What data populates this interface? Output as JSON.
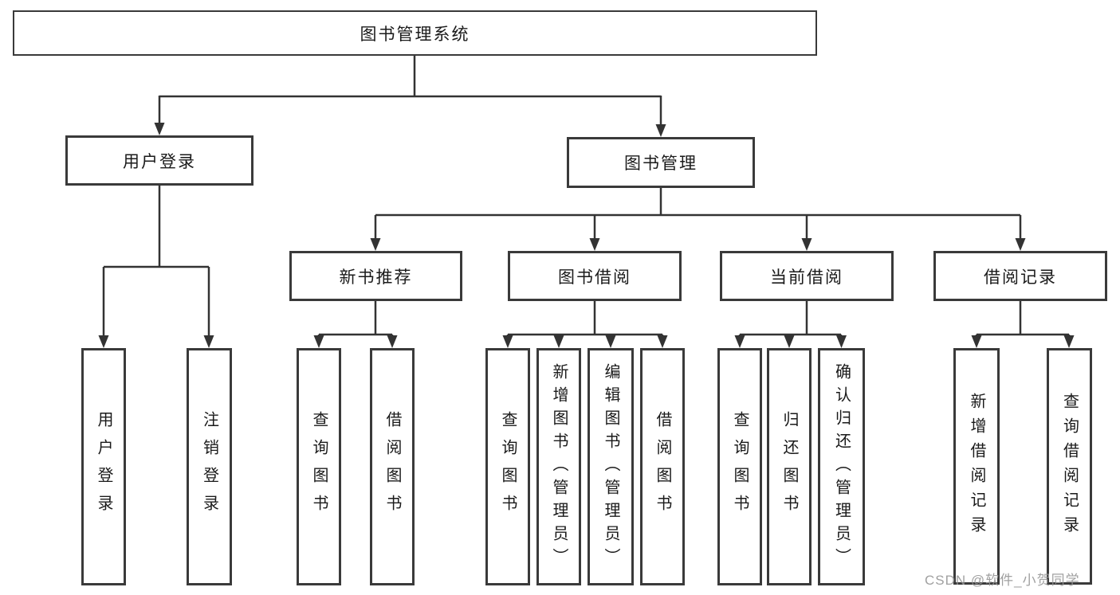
{
  "diagram_type": "hierarchy-tree",
  "colors": {
    "line": "#333333",
    "box_border": "#3a3a3a",
    "text": "#1a1a1a",
    "background": "#ffffff",
    "watermark": "#969696"
  },
  "tree": {
    "label": "图书管理系统",
    "children": [
      {
        "label": "用户登录",
        "children": [
          {
            "label": "用户登录"
          },
          {
            "label": "注销登录"
          }
        ]
      },
      {
        "label": "图书管理",
        "children": [
          {
            "label": "新书推荐",
            "children": [
              {
                "label": "查询图书"
              },
              {
                "label": "借阅图书"
              }
            ]
          },
          {
            "label": "图书借阅",
            "children": [
              {
                "label": "查询图书"
              },
              {
                "label": "新增图书（管理员）"
              },
              {
                "label": "编辑图书（管理员）"
              },
              {
                "label": "借阅图书"
              }
            ]
          },
          {
            "label": "当前借阅",
            "children": [
              {
                "label": "查询图书"
              },
              {
                "label": "归还图书"
              },
              {
                "label": "确认归还（管理员）"
              }
            ]
          },
          {
            "label": "借阅记录",
            "children": [
              {
                "label": "新增借阅记录"
              },
              {
                "label": "查询借阅记录"
              }
            ]
          }
        ]
      }
    ]
  },
  "watermark": "CSDN @软件_小贺同学"
}
